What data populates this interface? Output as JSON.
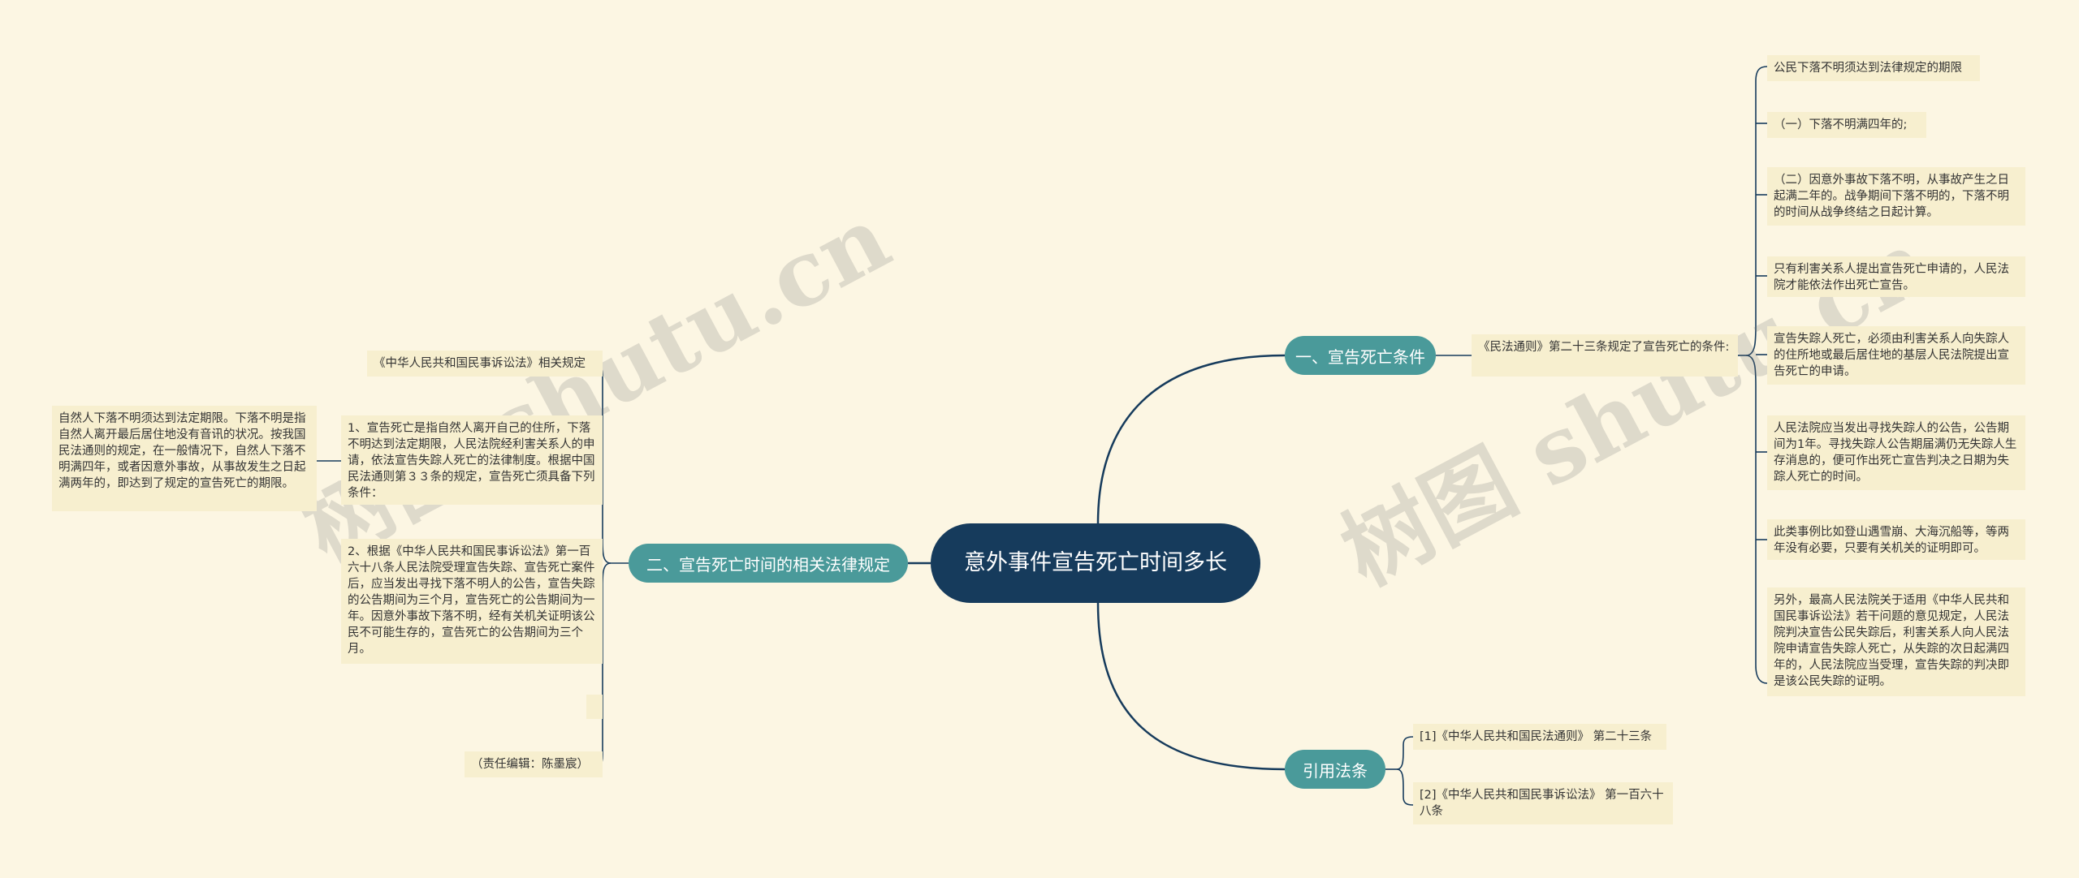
{
  "root": {
    "title": "意外事件宣告死亡时间多长"
  },
  "branches": {
    "b1": "一、宣告死亡条件",
    "b2": "二、宣告死亡时间的相关法律规定",
    "b3": "引用法条"
  },
  "b1": {
    "mid": "《民法通则》第二十三条规定了宣告死亡的条件:",
    "leaves": [
      "公民下落不明须达到法律规定的期限",
      "（一）下落不明满四年的;",
      "（二）因意外事故下落不明，从事故产生之日起满二年的。战争期间下落不明的，下落不明的时间从战争终结之日起计算。",
      "只有利害关系人提出宣告死亡申请的，人民法院才能依法作出死亡宣告。",
      "宣告失踪人死亡，必须由利害关系人向失踪人的住所地或最后居住地的基层人民法院提出宣告死亡的申请。",
      "人民法院应当发出寻找失踪人的公告，公告期间为1年。寻找失踪人公告期届满仍无失踪人生存消息的，便可作出死亡宣告判决之日期为失踪人死亡的时间。",
      "此类事例比如登山遇雪崩、大海沉船等，等两年没有必要，只要有关机关的证明即可。",
      "另外，最高人民法院关于适用《中华人民共和国民事诉讼法》若干问题的意见规定，人民法院判决宣告公民失踪后，利害关系人向人民法院申请宣告失踪人死亡，从失踪的次日起满四年的，人民法院应当受理，宣告失踪的判决即是该公民失踪的证明。"
    ]
  },
  "b2": {
    "leaves": [
      "《中华人民共和国民事诉讼法》相关规定",
      "1、宣告死亡是指自然人离开自己的住所，下落不明达到法定期限，人民法院经利害关系人的申请，依法宣告失踪人死亡的法律制度。根据中国民法通则第３３条的规定，宣告死亡须具备下列条件：",
      "2、根据《中华人民共和国民事诉讼法》第一百六十八条人民法院受理宣告失踪、宣告死亡案件后，应当发出寻找下落不明人的公告，宣告失踪的公告期间为三个月，宣告死亡的公告期间为一年。因意外事故下落不明，经有关机关证明该公民不可能生存的，宣告死亡的公告期间为三个月。",
      "",
      "（责任编辑：陈墨宸）"
    ],
    "sub": "自然人下落不明须达到法定期限。下落不明是指自然人离开最后居住地没有音讯的状况。按我国民法通则的规定，在一般情况下，自然人下落不明满四年，或者因意外事故，从事故发生之日起满两年的，即达到了规定的宣告死亡的期限。"
  },
  "b3": {
    "leaves": [
      "[1]《中华人民共和国民法通则》 第二十三条",
      "[2]《中华人民共和国民事诉讼法》 第一百六十八条"
    ]
  },
  "watermarks": [
    "树图 shutu.cn",
    "树图 shutu.cn"
  ],
  "colors": {
    "background": "#fcf6e3",
    "root": "#163b5c",
    "branch": "#4a9a9a",
    "leaf": "#f7efcf",
    "line": "#163b5c"
  }
}
